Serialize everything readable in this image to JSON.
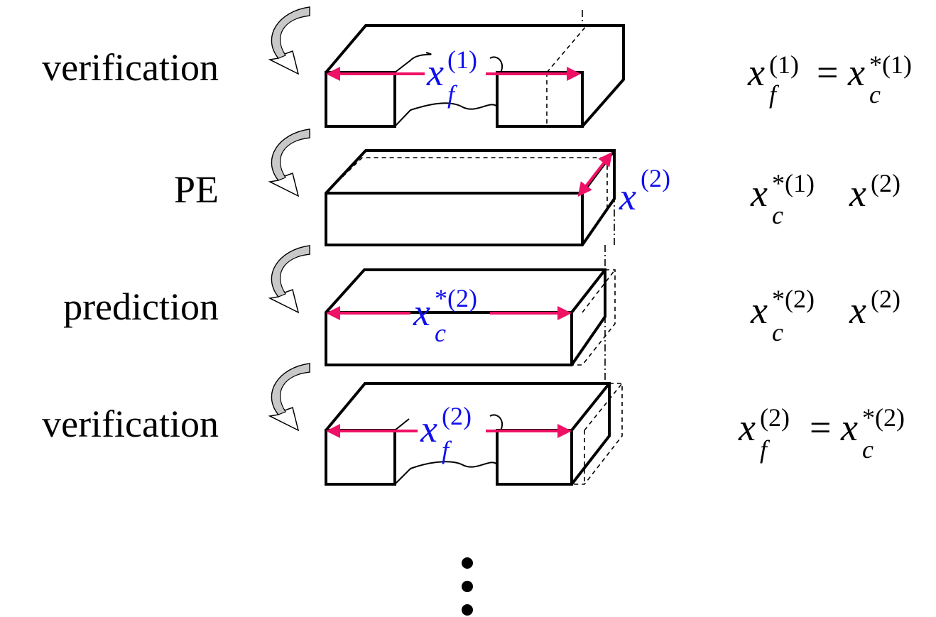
{
  "steps": [
    {
      "label": "verification",
      "relation": {
        "lhs_base": "x",
        "lhs_sub": "f",
        "lhs_sup": "(1)",
        "op": "=",
        "rhs_base": "x",
        "rhs_sub": "c",
        "rhs_sup": "*(1)"
      }
    },
    {
      "label": "PE",
      "relation": {
        "lhs_base": "x",
        "lhs_sub": "c",
        "lhs_sup": "*(1)",
        "rhs_base": "x",
        "rhs_sup": "(2)"
      }
    },
    {
      "label": "prediction",
      "relation": {
        "lhs_base": "x",
        "lhs_sub": "c",
        "lhs_sup": "*(2)",
        "rhs_base": "x",
        "rhs_sup": "(2)"
      }
    },
    {
      "label": "verification",
      "relation": {
        "lhs_base": "x",
        "lhs_sub": "f",
        "lhs_sup": "(2)",
        "op": "=",
        "rhs_base": "x",
        "rhs_sub": "c",
        "rhs_sup": "*(2)"
      }
    }
  ],
  "annotations": [
    {
      "base": "x",
      "sub": "f",
      "sup": "(1)"
    },
    {
      "base": "x",
      "sup": "(2)"
    },
    {
      "base": "x",
      "sub": "c",
      "sup": "*(2)"
    },
    {
      "base": "x",
      "sub": "f",
      "sup": "(2)"
    }
  ],
  "colors": {
    "dimension_arrow": "#ee1166",
    "annotation_text": "#1010ee",
    "loop_arrow_head": "#c8c8c8"
  },
  "icons": [
    "loop-arrow-icon",
    "vertical-ellipsis-icon"
  ]
}
